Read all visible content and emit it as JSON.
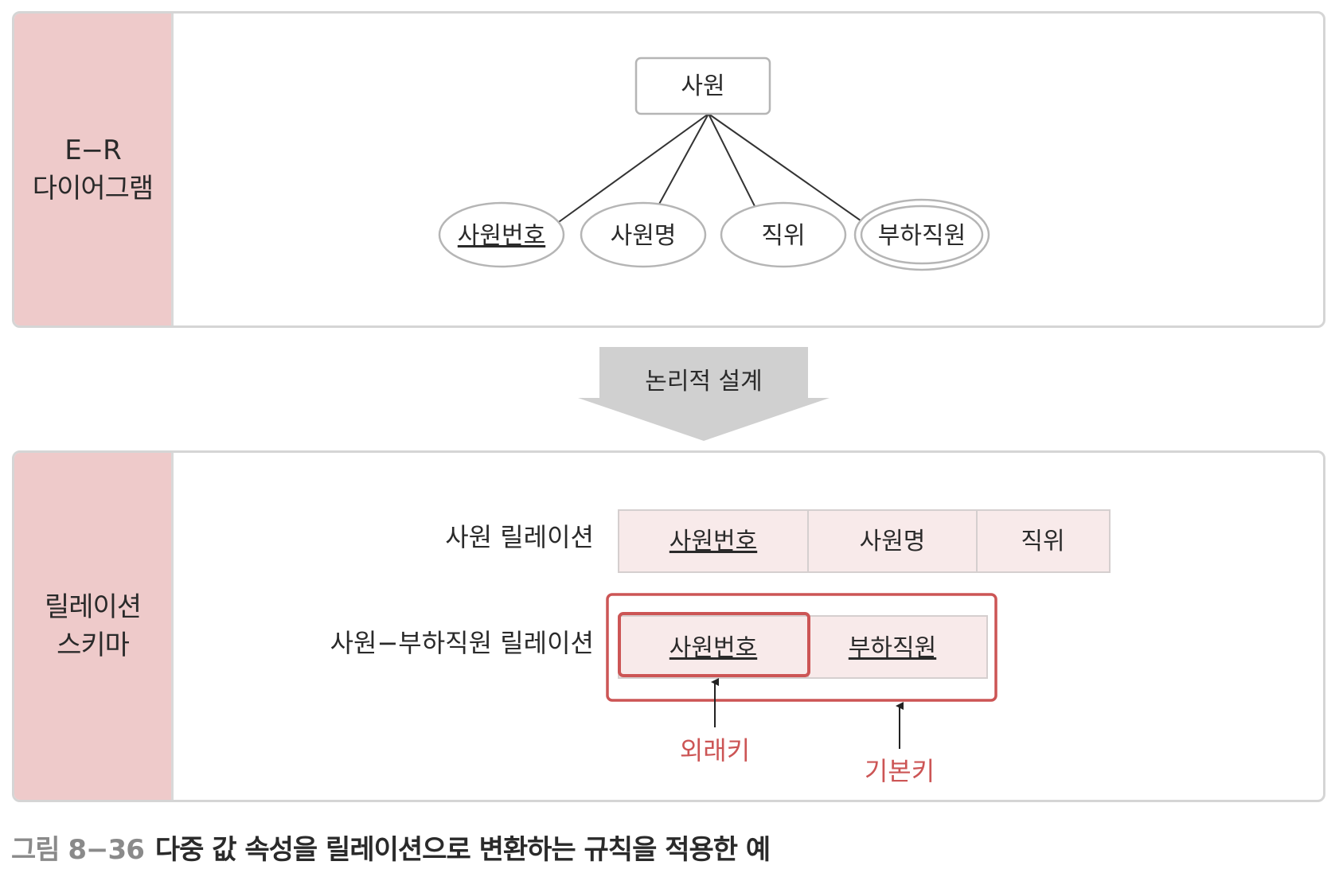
{
  "er_panel": {
    "label_lines": [
      "E−R",
      "다이어그램"
    ],
    "entity": "사원",
    "attributes": [
      {
        "label": "사원번호",
        "kind": "key"
      },
      {
        "label": "사원명",
        "kind": "simple"
      },
      {
        "label": "직위",
        "kind": "simple"
      },
      {
        "label": "부하직원",
        "kind": "multivalued"
      }
    ]
  },
  "transform_arrow": {
    "label": "논리적 설계"
  },
  "relation_panel": {
    "label_lines": [
      "릴레이션",
      "스키마"
    ],
    "relations": [
      {
        "name": "사원 릴레이션",
        "attributes": [
          {
            "label": "사원번호",
            "primary_key": true
          },
          {
            "label": "사원명",
            "primary_key": false
          },
          {
            "label": "직위",
            "primary_key": false
          }
        ]
      },
      {
        "name": "사원−부하직원 릴레이션",
        "attributes": [
          {
            "label": "사원번호",
            "primary_key": true
          },
          {
            "label": "부하직원",
            "primary_key": true
          }
        ]
      }
    ],
    "foreign_key_label": "외래키",
    "primary_key_label": "기본키"
  },
  "caption": {
    "figure_number": "그림 8−36",
    "title": "다중 값 속성을 릴레이션으로 변환하는 규칙을 적용한 예"
  },
  "colors": {
    "label_fill": "#eecaca",
    "panel_border": "#d5d5d5",
    "relation_cell_fill": "#f8eaea",
    "highlight_red": "#cc5555",
    "arrow_grey": "#d0d0d0"
  }
}
